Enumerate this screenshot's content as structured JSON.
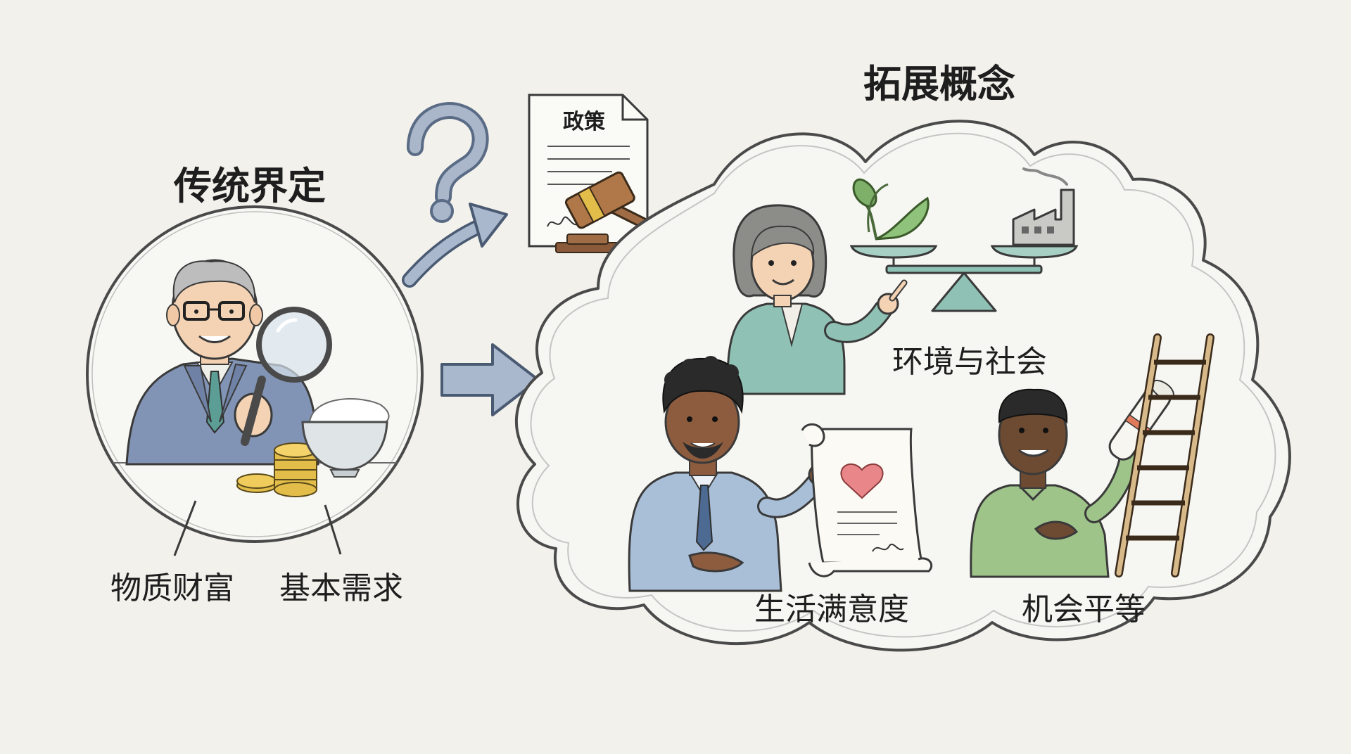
{
  "traditional": {
    "title": "传统界定",
    "items": [
      "物质财富",
      "基本需求"
    ]
  },
  "policy": {
    "doc_title": "政策"
  },
  "expanded": {
    "title": "拓展概念",
    "items": [
      "环境与社会",
      "生活满意度",
      "机会平等"
    ]
  },
  "icons": [
    "elderly-man-with-magnifier-icon",
    "gold-coins-icon",
    "rice-bowl-icon",
    "question-mark-icon",
    "policy-document-icon",
    "gavel-icon",
    "leaves-icon",
    "factory-icon",
    "balance-scale-icon",
    "woman-pointing-icon",
    "man-with-scroll-icon",
    "heart-scroll-icon",
    "man-with-diploma-icon",
    "ladder-icon",
    "arrow-icon"
  ],
  "colors": {
    "background": "#f2f1ec",
    "ink": "#1e1e1e",
    "arrow": "#a9b8cc",
    "teal": "#8fc2b5",
    "green": "#9fc48a",
    "gold": "#e2bd4a"
  }
}
